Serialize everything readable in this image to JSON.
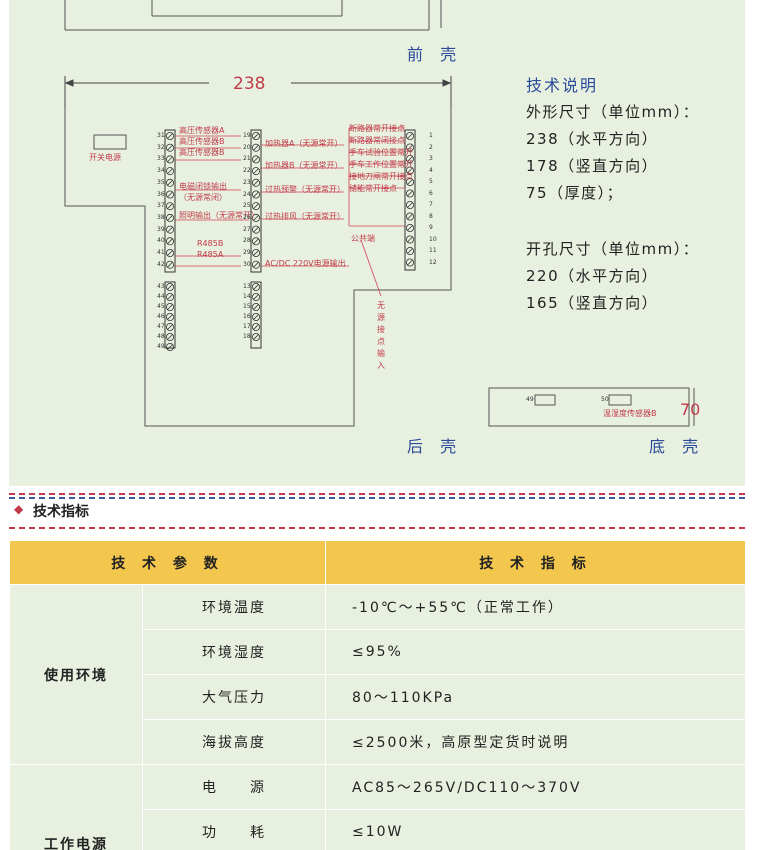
{
  "diagram": {
    "front_label": "前 壳",
    "rear_label": "后 壳",
    "bottom_label": "底 壳",
    "width_dim": "238",
    "height_dim": "70",
    "switch_label": "开关电源",
    "left_labels": [
      "高压传感器A",
      "高压传感器B",
      "高压传感器B",
      "电磁闭锁输出",
      "（无源常闭）",
      "照明输出（无源常开）",
      "R485B",
      "R485A"
    ],
    "mid_labels": [
      "加热器A（无源常开）",
      "加热器B（无源常开）",
      "过热预警（无源常开）",
      "过热排风（无源常开）",
      "AC/DC 220V电源输出"
    ],
    "right_labels": [
      "断路器常开接点",
      "断路器常闭接点",
      "手车试验位置常开",
      "手车工作位置常开",
      "接地刀闸常开接点",
      "储能常开接点"
    ],
    "common_label": "公共端",
    "passive_input": "无源接点输入",
    "sensor_label": "温湿度传感器B",
    "left_pins": [
      "31",
      "32",
      "33",
      "34",
      "35",
      "36",
      "37",
      "38",
      "39",
      "40",
      "41",
      "42"
    ],
    "mid_pins": [
      "19",
      "20",
      "21",
      "22",
      "23",
      "24",
      "25",
      "26",
      "27",
      "28",
      "29",
      "30"
    ],
    "right_pins": [
      "1",
      "2",
      "3",
      "4",
      "5",
      "6",
      "7",
      "8",
      "9",
      "10",
      "11",
      "12"
    ],
    "lower_left_pins": [
      "43",
      "44",
      "45",
      "46",
      "47",
      "48",
      "49"
    ],
    "lower_mid_pins": [
      "13",
      "14",
      "15",
      "16",
      "17",
      "18"
    ],
    "bottom_pins": [
      "49",
      "50"
    ]
  },
  "specs": {
    "title": "技术说明",
    "outer_heading": "外形尺寸（单位mm）：",
    "outer": [
      "238（水平方向）",
      "178（竖直方向）",
      "75（厚度）；"
    ],
    "cut_heading": "开孔尺寸（单位mm）：",
    "cut": [
      "220（水平方向）",
      "165（竖直方向）"
    ]
  },
  "section": {
    "title": "技术指标"
  },
  "table": {
    "header": [
      "技 术 参 数",
      "技 术 指 标"
    ],
    "groups": [
      {
        "category": "使用环境",
        "rows": [
          {
            "param": "环境温度",
            "value": "-10℃～+55℃（正常工作）"
          },
          {
            "param": "环境湿度",
            "value": "≤95%"
          },
          {
            "param": "大气压力",
            "value": "80～110KPa"
          },
          {
            "param": "海拔高度",
            "value": "≤2500米，高原型定货时说明"
          }
        ]
      },
      {
        "category": "工作电源",
        "rows": [
          {
            "param": "电　　源",
            "value": "AC85～265V/DC110～370V"
          },
          {
            "param": "功　　耗",
            "value": "≤10W"
          }
        ]
      }
    ]
  },
  "colors": {
    "panel": "#e8f1e0",
    "header": "#f3c64d",
    "accent_red": "#c23a4a",
    "accent_blue": "#2a4a9a"
  }
}
